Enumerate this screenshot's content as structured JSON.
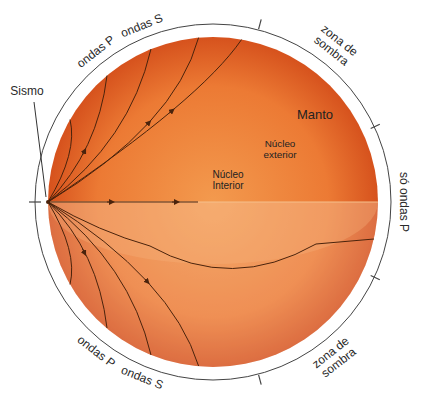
{
  "diagram": {
    "nodes": [
      {
        "text": [
          "Manto"
        ]
      },
      {
        "text": [
          "Núcleo exterior"
        ],
        "in": 0
      },
      {
        "text": [
          "Núcleo Interior"
        ],
        "in": 1
      }
    ],
    "labels": [
      "Sismo",
      "ondas P",
      "ondas S",
      "zona de sombra",
      "só ondas P",
      "ondas P",
      "ondas S",
      "zona de sombra"
    ]
  }
}
